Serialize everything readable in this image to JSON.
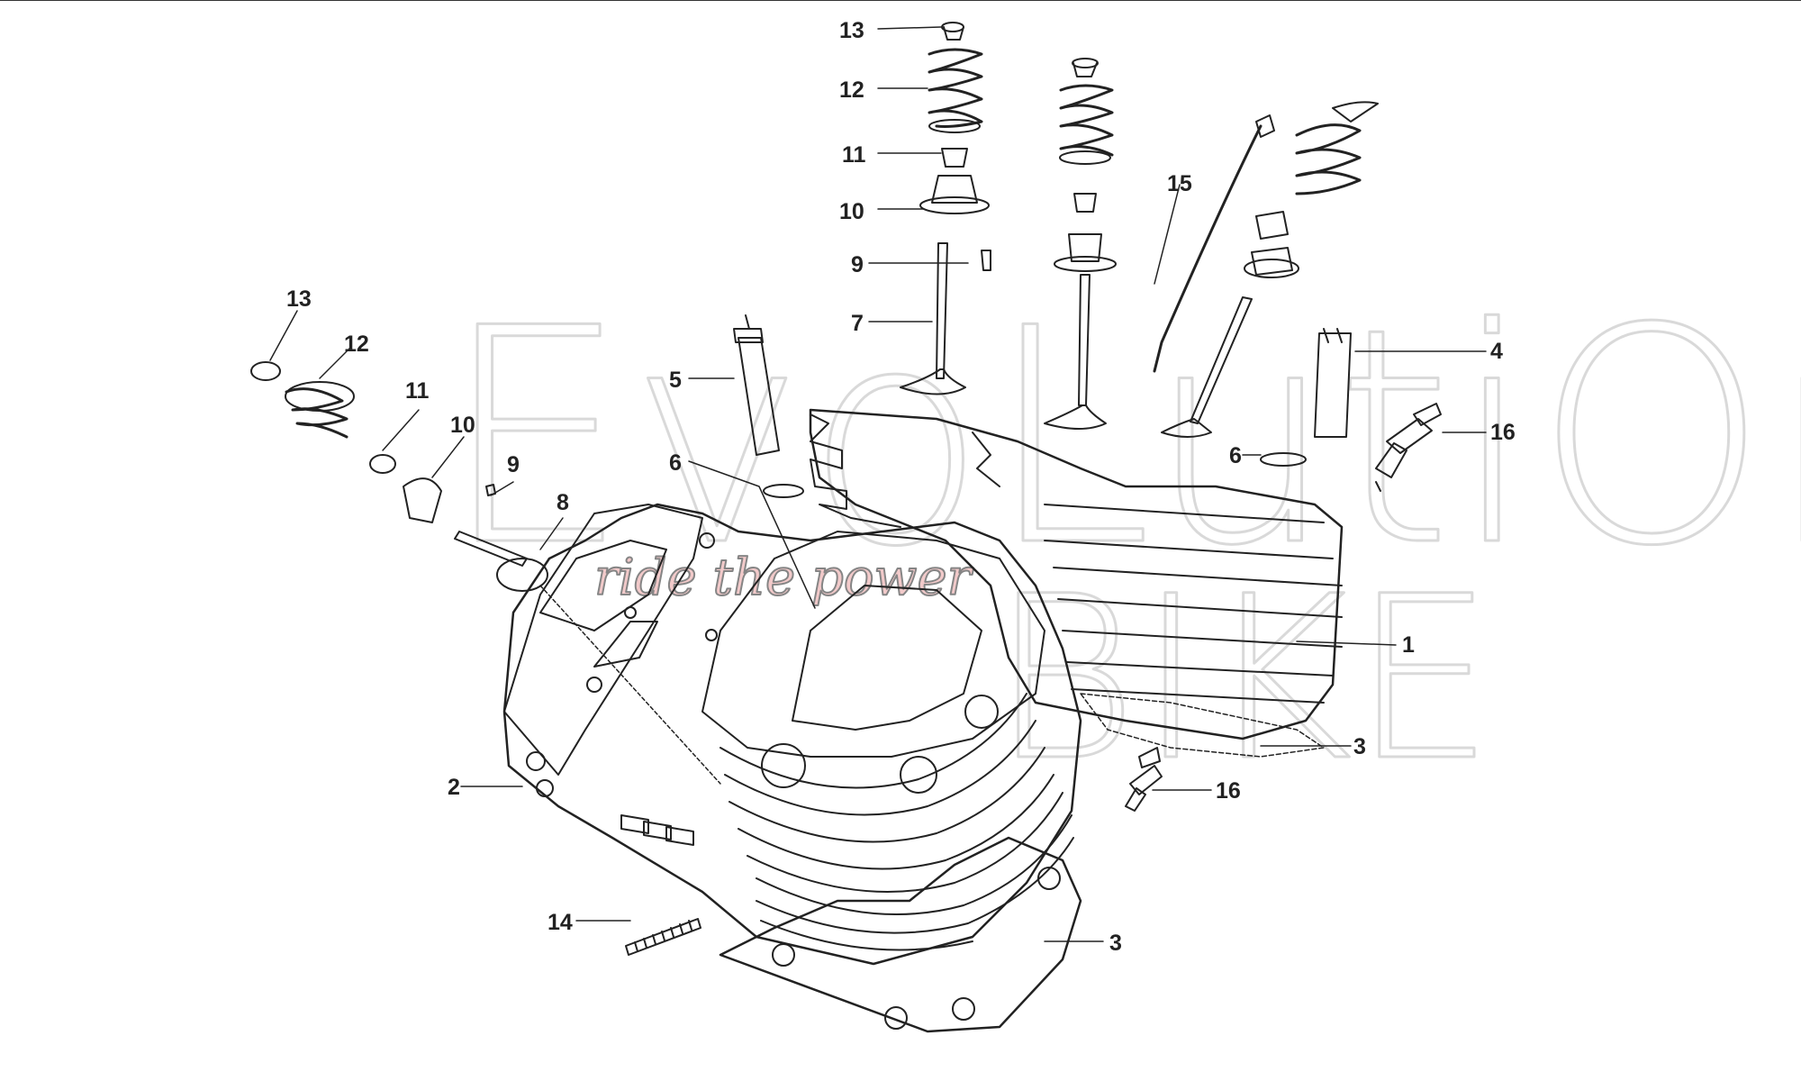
{
  "watermark": {
    "brand_word_1": "EvoLutiOn",
    "brand_word_2": "BIKE",
    "tagline": "ride the power"
  },
  "callouts": [
    {
      "id": "c13-top",
      "label": "13"
    },
    {
      "id": "c12-top",
      "label": "12"
    },
    {
      "id": "c11-top",
      "label": "11"
    },
    {
      "id": "c10-top",
      "label": "10"
    },
    {
      "id": "c9-top",
      "label": "9"
    },
    {
      "id": "c7",
      "label": "7"
    },
    {
      "id": "c15",
      "label": "15"
    },
    {
      "id": "c4",
      "label": "4"
    },
    {
      "id": "c16-right",
      "label": "16"
    },
    {
      "id": "c6-right",
      "label": "6"
    },
    {
      "id": "c5",
      "label": "5"
    },
    {
      "id": "c6-left",
      "label": "6"
    },
    {
      "id": "c13-left",
      "label": "13"
    },
    {
      "id": "c12-left",
      "label": "12"
    },
    {
      "id": "c11-left",
      "label": "11"
    },
    {
      "id": "c10-left",
      "label": "10"
    },
    {
      "id": "c9-left",
      "label": "9"
    },
    {
      "id": "c8",
      "label": "8"
    },
    {
      "id": "c1",
      "label": "1"
    },
    {
      "id": "c3-right",
      "label": "3"
    },
    {
      "id": "c16-mid",
      "label": "16"
    },
    {
      "id": "c2",
      "label": "2"
    },
    {
      "id": "c14",
      "label": "14"
    },
    {
      "id": "c3-bottom",
      "label": "3"
    }
  ]
}
